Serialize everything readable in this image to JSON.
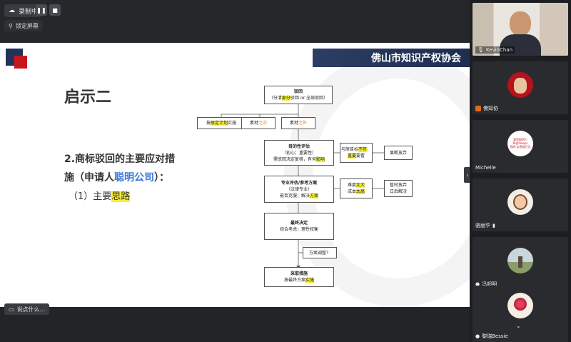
{
  "meeting": {
    "recording_label": "录制中",
    "pin_label": "锁定屏幕",
    "chat_placeholder": "说点什么..."
  },
  "slide": {
    "org_banner": "佛山市知识产权协会",
    "title": "启示二",
    "point_line1": "2.商标驳回的主要应对措",
    "point_line2_prefix": "施（申请人",
    "point_line2_company": "聪明公司",
    "point_line2_suffix": "）：",
    "sub_prefix": "（1）主要",
    "sub_highlight": "思路"
  },
  "flowchart": {
    "reject_title": "驳回",
    "reject_sub_a": "（分清",
    "reject_sub_hl": "部分",
    "reject_sub_b": "驳回 or 全部驳回）",
    "left_box_a": "按",
    "left_box_hl": "原定计划",
    "left_box_b": "实施",
    "mid_box_a": "素材",
    "mid_box_o": "之中",
    "right_box_a": "素材",
    "right_box_o": "之外",
    "eval_title": "目的性评估",
    "eval_line1": "（初心；重要性）",
    "eval_line2_a": "需驳回决定复核，有何",
    "eval_line2_hl": "影响",
    "side1_a": "与原目标",
    "side1_hl": "不符",
    "side1_b": "，",
    "side1_c": "重要",
    "side1_d": "要看",
    "far1": "果断放弃",
    "pro_title": "专业评估/参考方案",
    "pro_line1": "（法律专业）",
    "pro_line2_a": "能否克服；解决",
    "pro_line2_hl": "方案",
    "side2_a": "难度",
    "side2_hl1": "太大",
    "side2_b": "成本",
    "side2_hl2": "太高",
    "far2_a": "暂时放弃",
    "far2_b": "日后解决",
    "final_title": "最终决定",
    "final_line": "综合考虑；理性权衡",
    "adjust": "方案调整？",
    "action_title": "采取措施",
    "action_line_a": "按最终方案",
    "action_line_hl": "实施"
  },
  "participants": [
    {
      "name": "KevinChan",
      "mic": "on"
    },
    {
      "name": "佛知协"
    },
    {
      "name": "Michelle",
      "logo_line1": "我是聪明人",
      "logo_line2": "Rightways",
      "logo_line3": "我的 ip思维日记"
    },
    {
      "name": "骆丽华"
    },
    {
      "name": "冯超明"
    },
    {
      "name": "黎瑞Bessie"
    }
  ],
  "colors": {
    "banner": "#22335a",
    "accent_red": "#c8161d",
    "highlight_yellow": "#f7ef34",
    "link_blue": "#3a7ad6"
  }
}
